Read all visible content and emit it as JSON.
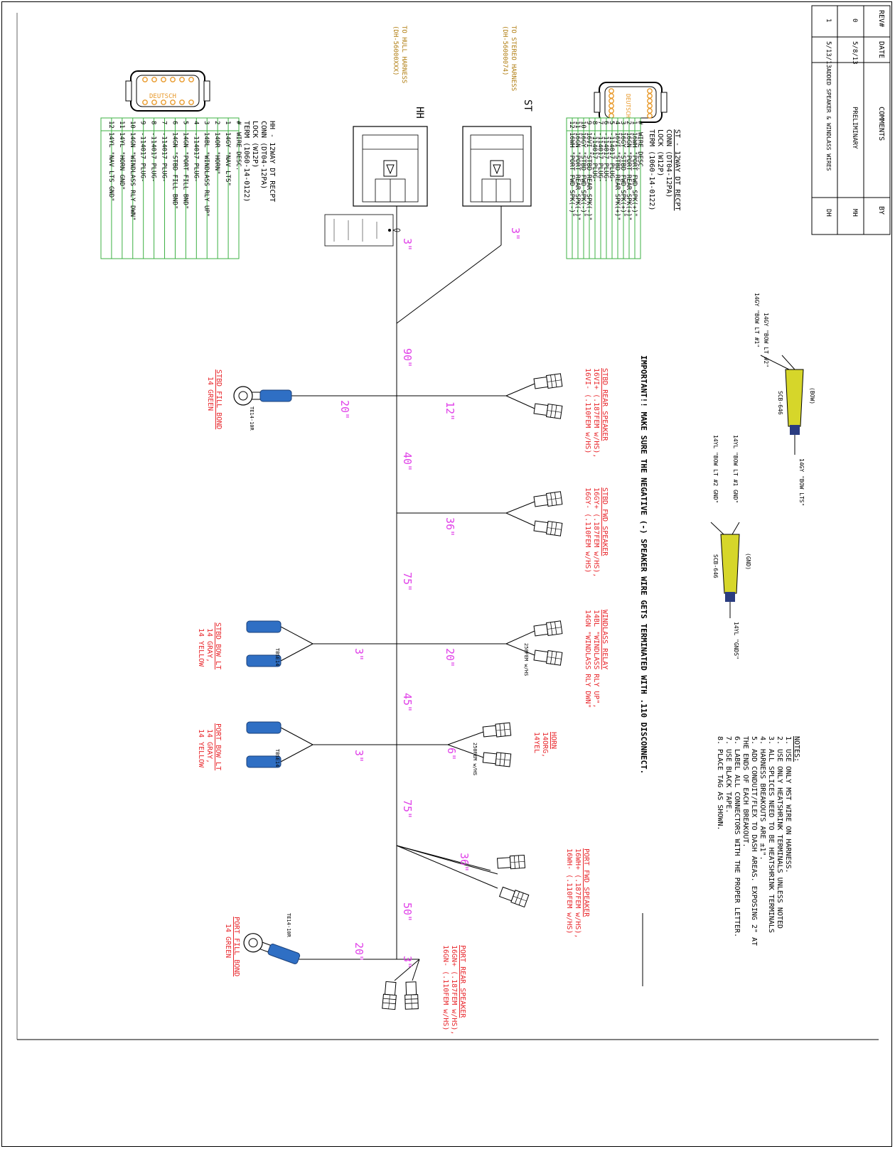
{
  "revision_block": {
    "headers": [
      "REV#",
      "DATE",
      "COMMENTS",
      "BY"
    ],
    "rows": [
      [
        "0",
        "5/8/13",
        "PRELIMINARY",
        "MH"
      ],
      [
        "1",
        "5/13/13",
        "ADDED SPEAKER & WINDLASS WIRES",
        "DH"
      ]
    ]
  },
  "connectors": {
    "st": {
      "label": "ST",
      "destination_line1": "TO STEREO HARNESS",
      "destination_line2": "(DH-56000074)",
      "logo": "DEUTSCH",
      "spec_title": "ST - 12WAY DT RECPT",
      "spec_lines": [
        "CONN (DT04-12PA)",
        "LOCK (W12P)",
        "TERM (1060-14-0122)"
      ],
      "table_header": [
        "#",
        "WIRE DESC."
      ],
      "pins": [
        [
          "1",
          "16WH \"PORT FWD SPK(+)\""
        ],
        [
          "2",
          "16GN \"PORT REAR SPK(+)\""
        ],
        [
          "3",
          "16GY \"STBD FWD SPK(+)\""
        ],
        [
          "4",
          "16VI \"STBD REAR SPK(+)\""
        ],
        [
          "5",
          "-114017 PLUG-"
        ],
        [
          "6",
          "-114017 PLUG-"
        ],
        [
          "7",
          "-114017 PLUG-"
        ],
        [
          "8",
          "-114017 PLUG-"
        ],
        [
          "9",
          "16VI \"STBD REAR SPK(-)\""
        ],
        [
          "10",
          "16GY \"STBD FWD SPK(-)\""
        ],
        [
          "11",
          "16GN \"PORT REAR SPK(-)\""
        ],
        [
          "12",
          "16WH \"PORT FWD SPK(-)\""
        ]
      ]
    },
    "hh": {
      "label": "HH",
      "destination_line1": "TO HULL HARNESS",
      "destination_line2": "(DH-56000XXX)",
      "logo": "DEUTSCH",
      "spec_title": "HH - 12WAY DT RECPT",
      "spec_lines": [
        "CONN (DT04-12PA)",
        "LOCK (W12P)",
        "TERM (1060-14-0122)"
      ],
      "table_header": [
        "#",
        "WIRE DESC."
      ],
      "pins": [
        [
          "1",
          "14GY \"NAV LTS\""
        ],
        [
          "2",
          "14OR \"HORN\""
        ],
        [
          "3",
          "14BL \"WINDLASS RLY UP\""
        ],
        [
          "4",
          "-114017 PLUG-"
        ],
        [
          "5",
          "14GN \"PORT FILL BND\""
        ],
        [
          "6",
          "14GN \"STBD FILL BND\""
        ],
        [
          "7",
          "-114017 PLUG-"
        ],
        [
          "8",
          "-114017 PLUG-"
        ],
        [
          "9",
          "-114017 PLUG-"
        ],
        [
          "10",
          "14GN \"WINDLASS RLY DWN\""
        ],
        [
          "11",
          "14YL \"HORN GND\""
        ],
        [
          "12",
          "14YL \"NAV LTS GND\""
        ]
      ]
    }
  },
  "important_note": "IMPORTANT!! MAKE SURE THE NEGATIVE (-) SPEAKER WIRE GETS TERMINATED WITH .110 DISCONNECT.",
  "notes": {
    "title": "NOTES:",
    "items": [
      "1. USE ONLY MST WIRE ON HARNESS.",
      "2. USE ONLY HEATSHRINK TERMINALS UNLESS NOTED",
      "3. ALL SPLICES NEED TO BE HEATSHRINK TERMINALS",
      "4. HARNESS BREAKOUTS ARE ±1\".",
      "5. ADD CONDUIT/FLEX TO DASH AREAS. EXPOSING 2\" AT",
      "   THE ENDS OF EACH BREAKOUT.",
      "6. LABEL ALL CONNECTORS WITH THE PROPER LETTER.",
      "7. USE BLACK TAPE.",
      "8. PLACE TAG AS SHOWN."
    ]
  },
  "splices": {
    "bow": {
      "tag": "(BOW)",
      "in1": "14GY \"BOW LT #1\"",
      "in2": "14GY \"BOW LT #2\"",
      "out": "14GY \"BOW LTS\"",
      "part": "SCB-646"
    },
    "gnd": {
      "tag": "(GND)",
      "in1": "14YL \"BOW LT #1 GND\"",
      "in2": "14YL \"BOW LT #2 GND\"",
      "out": "14YL \"GNDS\"",
      "part": "SCB-646"
    }
  },
  "segments": {
    "st_lead": "3\"",
    "hh_lead": "3\"",
    "m1": "90\"",
    "m2": "40\"",
    "m3": "75\"",
    "m4": "45\"",
    "m5": "75\"",
    "m6": "50\"",
    "stbd_rear_branch": "12\"",
    "stbd_fill_branch": "20\"",
    "stbd_fwd_branch": "36\"",
    "windlass_branch": "20\"",
    "stbd_bow_branch": "3\"",
    "horn_branch": "6\"",
    "port_bow_branch": "3\"",
    "port_fwd_branch": "36\"",
    "port_rear_branch": "3\"",
    "port_fill_branch": "20\""
  },
  "breakouts": {
    "stbd_rear_speaker": {
      "title": "STBD REAR SPEAKER",
      "l1": "16VI+ (.187FEM w/HS),",
      "l2": "16VI- (.110FEM w/HS)"
    },
    "stbd_fwd_speaker": {
      "title": "STBD FWD SPEAKER",
      "l1": "16GY+ (.187FEM w/HS),",
      "l2": "16GY- (.110FEM w/HS)"
    },
    "windlass_relay": {
      "title": "WINDLASS RELAY",
      "l1": "14BL \"WINDLASS RLY UP\",",
      "l2": "14GN \"WINDLASS RLY DWN\"",
      "term": "250FEM w/HS"
    },
    "horn": {
      "title": "HORN",
      "l1": "14ORG,",
      "l2": "14YEL",
      "term": "250FEM w/HS"
    },
    "port_fwd_speaker": {
      "title": "PORT FWD SPEAKER",
      "l1": "16WH+ (.187FEM w/HS),",
      "l2": "16WH- (.110FEM w/HS)"
    },
    "port_rear_speaker": {
      "title": "PORT REAR SPEAKER",
      "l1": "16GN+ (.187FEM w/HS),",
      "l2": "16GN- (.110FEM w/HS)"
    },
    "stbd_fill_bond": {
      "title": "STBD FILL BOND",
      "l1": "14 GREEN",
      "term": "TE14-10R"
    },
    "port_fill_bond": {
      "title": "PORT FILL BOND",
      "l1": "14 GREEN",
      "term": "TE14-10R"
    },
    "stbd_bow_lt": {
      "title": "STBD BOW LT",
      "l1": "14 GRAY,",
      "l2": "14 YELLOW",
      "term": "TBSE14"
    },
    "port_bow_lt": {
      "title": "PORT BOW LT",
      "l1": "14 GRAY,",
      "l2": "14 YELLOW",
      "term": "TBSE14"
    }
  },
  "colors": {
    "label_red": "#e8262b",
    "dimension_magenta": "#e040e8",
    "destination_orange": "#b07d10",
    "table_green": "#3cb043",
    "logo_orange": "#e89a2c",
    "terminal_blue": "#2f6fc4",
    "splice_yellow": "#d6d62a"
  }
}
